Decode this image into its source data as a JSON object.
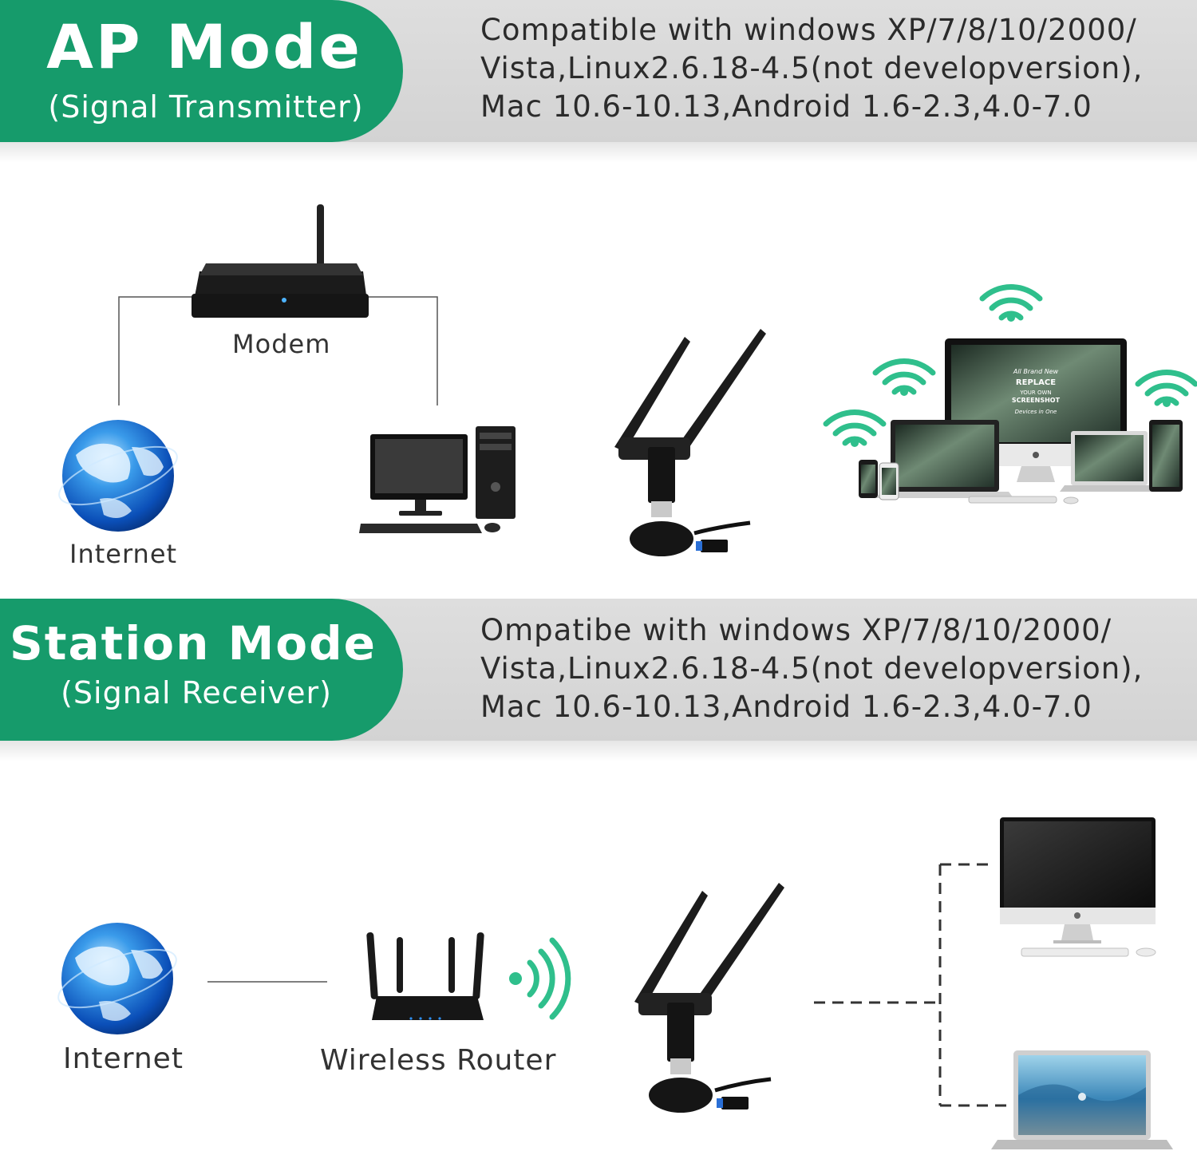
{
  "ap_section": {
    "title": "AP Mode",
    "subtitle": "(Signal Transmitter)",
    "compat_lines": [
      "Compatible with windows XP/7/8/10/2000/",
      "Vista,Linux2.6.18-4.5(not developversion),",
      "Mac 10.6-10.13,Android 1.6-2.3,4.0-7.0"
    ],
    "labels": {
      "modem": "Modem",
      "internet": "Internet"
    },
    "screen_text": [
      "All Brand New",
      "REPLACE",
      "YOUR OWN",
      "SCREENSHOT",
      "Devices in One"
    ]
  },
  "station_section": {
    "title": "Station Mode",
    "subtitle": "(Signal Receiver)",
    "compat_lines": [
      "Ompatibe with windows XP/7/8/10/2000/",
      "Vista,Linux2.6.18-4.5(not developversion),",
      "Mac 10.6-10.13,Android 1.6-2.3,4.0-7.0"
    ],
    "labels": {
      "internet": "Internet",
      "router": "Wireless Router"
    }
  },
  "colors": {
    "accent": "#169b6b",
    "wifi": "#2fbf8c",
    "band": "#d6d6d6"
  },
  "icons": [
    "globe-icon",
    "modem-icon",
    "desktop-pc-icon",
    "usb-wifi-adapter-icon",
    "wifi-icon",
    "monitor-icon",
    "laptop-icon",
    "tablet-icon",
    "phone-icon",
    "router-icon",
    "imac-icon",
    "macbook-icon"
  ]
}
